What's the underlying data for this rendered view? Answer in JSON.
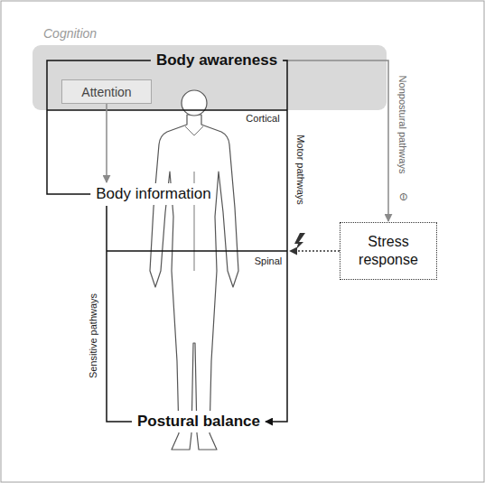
{
  "diagram": {
    "nodes": [
      {
        "text": [
          "Cognition"
        ]
      },
      {
        "text": [
          "Body awareness"
        ],
        "in": 0
      },
      {
        "text": [
          "Attention"
        ],
        "in": 0
      },
      {
        "text": [
          "Body information"
        ]
      },
      {
        "text": [
          "Stress response"
        ]
      },
      {
        "text": [
          "Postural balance"
        ]
      }
    ],
    "edges": [
      {
        "from": 2,
        "to": 3,
        "arrow": "to"
      },
      {
        "from": 1,
        "to": 4,
        "arrow": "to",
        "label": "Nonpostural pathways"
      },
      {
        "from": 3,
        "to": 1,
        "arrow": "none"
      },
      {
        "from": 1,
        "to": 5,
        "arrow": "to",
        "label": "Motor pathways"
      },
      {
        "from": 5,
        "to": 3,
        "arrow": "none",
        "label": "Sensitive pathways"
      }
    ],
    "labels": [
      "Cortical",
      "Spinal",
      "⊖"
    ]
  }
}
